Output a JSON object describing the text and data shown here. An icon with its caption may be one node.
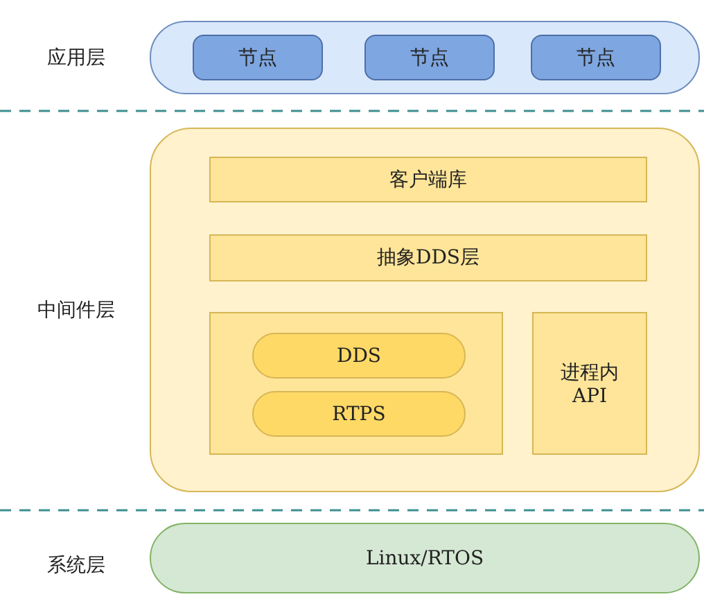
{
  "diagram": {
    "nodes": [
      {
        "text": [],
        "shape": "box",
        "beside": [
          "应用层"
        ]
      },
      {
        "text": [
          "节点"
        ],
        "in": 0
      },
      {
        "text": [
          "节点"
        ],
        "in": 0
      },
      {
        "text": [
          "节点"
        ],
        "in": 0
      },
      {
        "text": [],
        "shape": "box",
        "beside": [
          "中间件层"
        ]
      },
      {
        "text": [
          "客户端库"
        ],
        "in": 4
      },
      {
        "text": [
          "抽象DDS层"
        ],
        "in": 4
      },
      {
        "text": [],
        "shape": "box",
        "in": 4
      },
      {
        "text": [
          "DDS"
        ],
        "in": 7
      },
      {
        "text": [
          "RTPS"
        ],
        "in": 7
      },
      {
        "text": [
          "进程内 API"
        ],
        "in": 4
      },
      {
        "text": [
          "Linux/RTOS"
        ],
        "beside": [
          "系统层"
        ]
      }
    ]
  }
}
